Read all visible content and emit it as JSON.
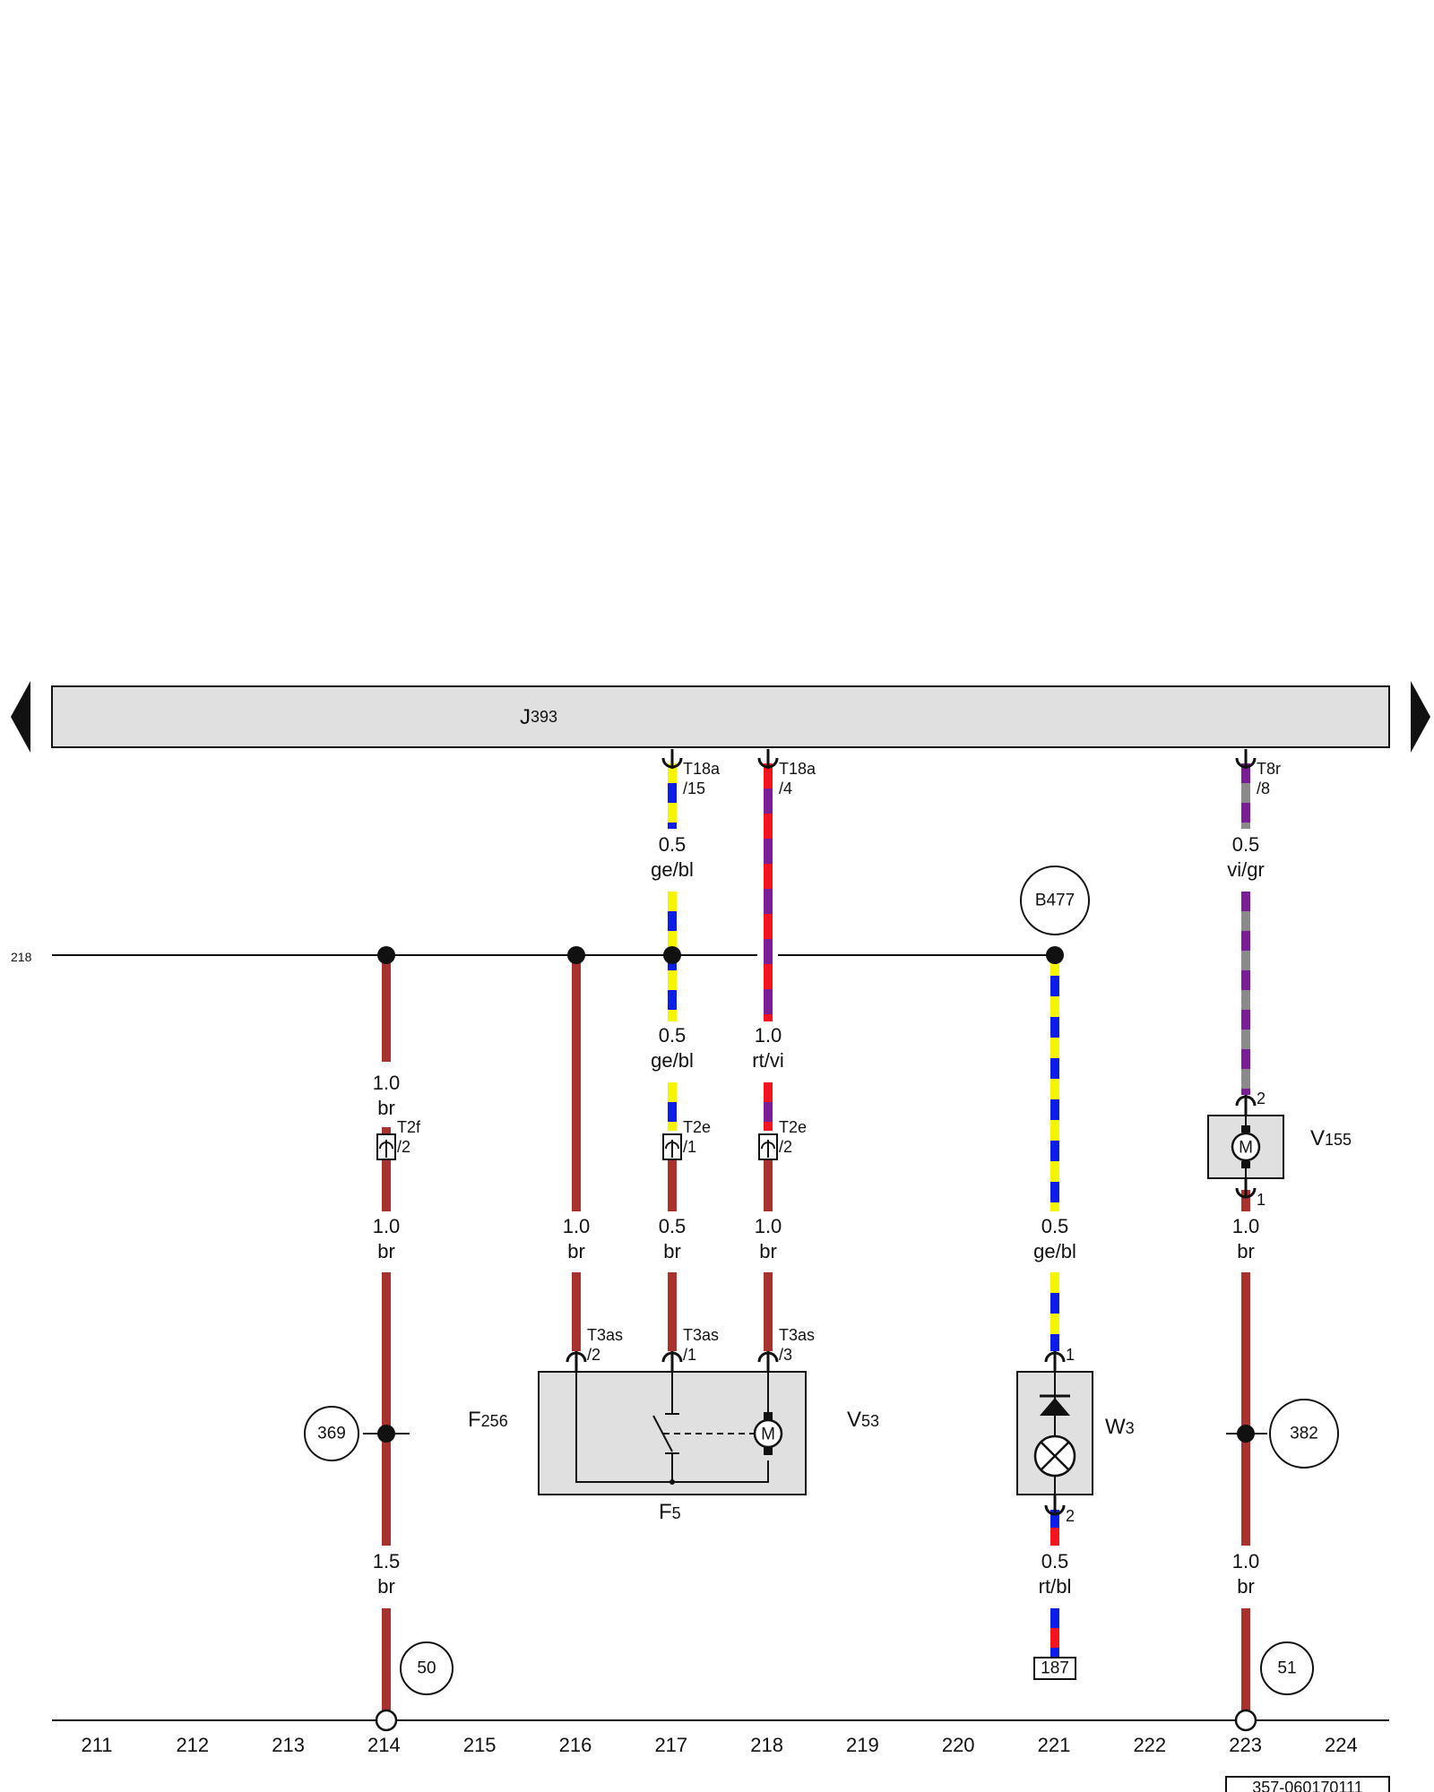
{
  "control_unit": {
    "name": "J393",
    "prefix": "J",
    "number": "393"
  },
  "reference_218": "218",
  "wires": {
    "w_t18a15_top": {
      "size": "0.5",
      "color": "ge/bl",
      "stripes": [
        "#f5f500",
        "#0a1ee8"
      ]
    },
    "w_t18a15_low": {
      "size": "0.5",
      "color": "ge/bl",
      "stripes": [
        "#f5f500",
        "#0a1ee8"
      ]
    },
    "w_t18a4_low": {
      "size": "1.0",
      "color": "rt/vi",
      "stripes": [
        "#f5141e",
        "#7a1e96"
      ]
    },
    "w_t8r_top": {
      "size": "0.5",
      "color": "vi/gr",
      "stripes": [
        "#7a1e96",
        "#8a8a8a"
      ]
    },
    "w_214_upper": {
      "size": "1.0",
      "color": "br"
    },
    "w_214_mid": {
      "size": "1.0",
      "color": "br"
    },
    "w_214_low": {
      "size": "1.5",
      "color": "br"
    },
    "w_216": {
      "size": "1.0",
      "color": "br"
    },
    "w_217_low": {
      "size": "0.5",
      "color": "br"
    },
    "w_218_low": {
      "size": "1.0",
      "color": "br"
    },
    "w_221_mid": {
      "size": "0.5",
      "color": "ge/bl"
    },
    "w_221_low": {
      "size": "0.5",
      "color": "rt/bl",
      "stripes": [
        "#0a1ee8",
        "#f5141e"
      ]
    },
    "w_223_mid": {
      "size": "1.0",
      "color": "br"
    },
    "w_223_low": {
      "size": "1.0",
      "color": "br"
    },
    "brown": "#a8322e"
  },
  "connectors": {
    "t18a_15": {
      "name": "T18a",
      "pin": "/15"
    },
    "t18a_4": {
      "name": "T18a",
      "pin": "/4"
    },
    "t8r_8": {
      "name": "T8r",
      "pin": "/8"
    },
    "t2f_2": {
      "name": "T2f",
      "pin": "/2"
    },
    "t2e_1": {
      "name": "T2e",
      "pin": "/1"
    },
    "t2e_2": {
      "name": "T2e",
      "pin": "/2"
    },
    "t3as_2": {
      "name": "T3as",
      "pin": "/2"
    },
    "t3as_1": {
      "name": "T3as",
      "pin": "/1"
    },
    "t3as_3": {
      "name": "T3as",
      "pin": "/3"
    },
    "w3_pin1": "1",
    "w3_pin2": "2",
    "v155_pin2": "2",
    "v155_pin1": "1"
  },
  "components": {
    "F256": {
      "prefix": "F",
      "number": "256"
    },
    "V53": {
      "prefix": "V",
      "number": "53"
    },
    "F5": {
      "prefix": "F",
      "number": "5"
    },
    "W3": {
      "prefix": "W",
      "number": "3"
    },
    "V155": {
      "prefix": "V",
      "number": "155"
    }
  },
  "circled_refs": {
    "b477": "B477",
    "r369": "369",
    "r382": "382",
    "r50": "50",
    "r51": "51"
  },
  "boxed_ref": "187",
  "motor_label": "M",
  "tracks": [
    "211",
    "212",
    "213",
    "214",
    "215",
    "216",
    "217",
    "218",
    "219",
    "220",
    "221",
    "222",
    "223",
    "224"
  ],
  "doc_id": "357-060170111"
}
